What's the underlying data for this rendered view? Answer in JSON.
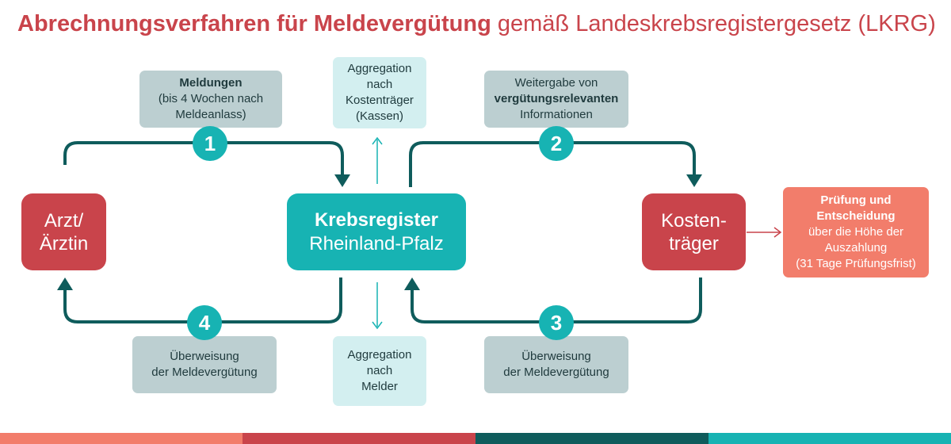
{
  "title": {
    "bold": "Abrechnungsverfahren für Meldevergütung",
    "normal": "gemäß Landeskrebsregistergesetz (LKRG)"
  },
  "nodes": {
    "arzt": [
      "Arzt/",
      "Ärztin"
    ],
    "register": {
      "line1": "Krebsregister",
      "line2": "Rheinland-Pfalz"
    },
    "kosten": [
      "Kosten-",
      "träger"
    ],
    "pruefung": [
      "Prüfung und",
      "Entscheidung",
      "über die Höhe der",
      "Auszahlung",
      "(31 Tage Prüfungsfrist)"
    ]
  },
  "labels": {
    "meldungen": [
      "Meldungen",
      "(bis 4 Wochen nach",
      "Meldeanlass)"
    ],
    "weitergabe": [
      "Weitergabe von",
      "vergütungsrelevanten",
      "Informationen"
    ],
    "ueberweisung3": [
      "Überweisung",
      "der Meldevergütung"
    ],
    "ueberweisung4": [
      "Überweisung",
      "der Meldevergütung"
    ],
    "agg_kassen": [
      "Aggregation",
      "nach",
      "Kostenträger",
      "(Kassen)"
    ],
    "agg_melder": [
      "Aggregation",
      "nach",
      "Melder"
    ]
  },
  "steps": [
    "1",
    "2",
    "3",
    "4"
  ],
  "colors": {
    "accent_red": "#c9444b",
    "teal_dark": "#0f5c5c",
    "cyan": "#17b3b3",
    "salmon": "#f27d6b",
    "grey_box": "#bccfd1",
    "light_cyan_box": "#d3eff0",
    "bar_segments": [
      "#f27d6b",
      "#c9444b",
      "#0f5c5c",
      "#17b3b3"
    ]
  }
}
